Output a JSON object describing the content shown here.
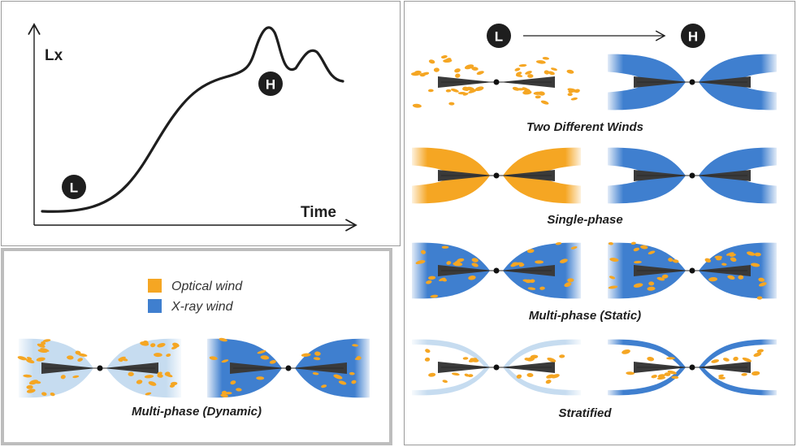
{
  "colors": {
    "optical": "#f5a623",
    "xray": "#3f7fcf",
    "xray_light": "#c6dcf0",
    "disk": "#3a3a3a",
    "ink": "#1e1e1e"
  },
  "curve_panel": {
    "y_label": "Lx",
    "x_label": "Time",
    "low_badge": "L",
    "high_badge": "H"
  },
  "legend": {
    "optical_label": "Optical wind",
    "xray_label": "X-ray wind"
  },
  "transition": {
    "from": "L",
    "to": "H"
  },
  "scenarios": [
    {
      "caption": "Two Different Winds"
    },
    {
      "caption": "Single-phase"
    },
    {
      "caption": "Multi-phase (Static)"
    },
    {
      "caption": "Stratified"
    }
  ],
  "dynamic_caption": "Multi-phase (Dynamic)"
}
